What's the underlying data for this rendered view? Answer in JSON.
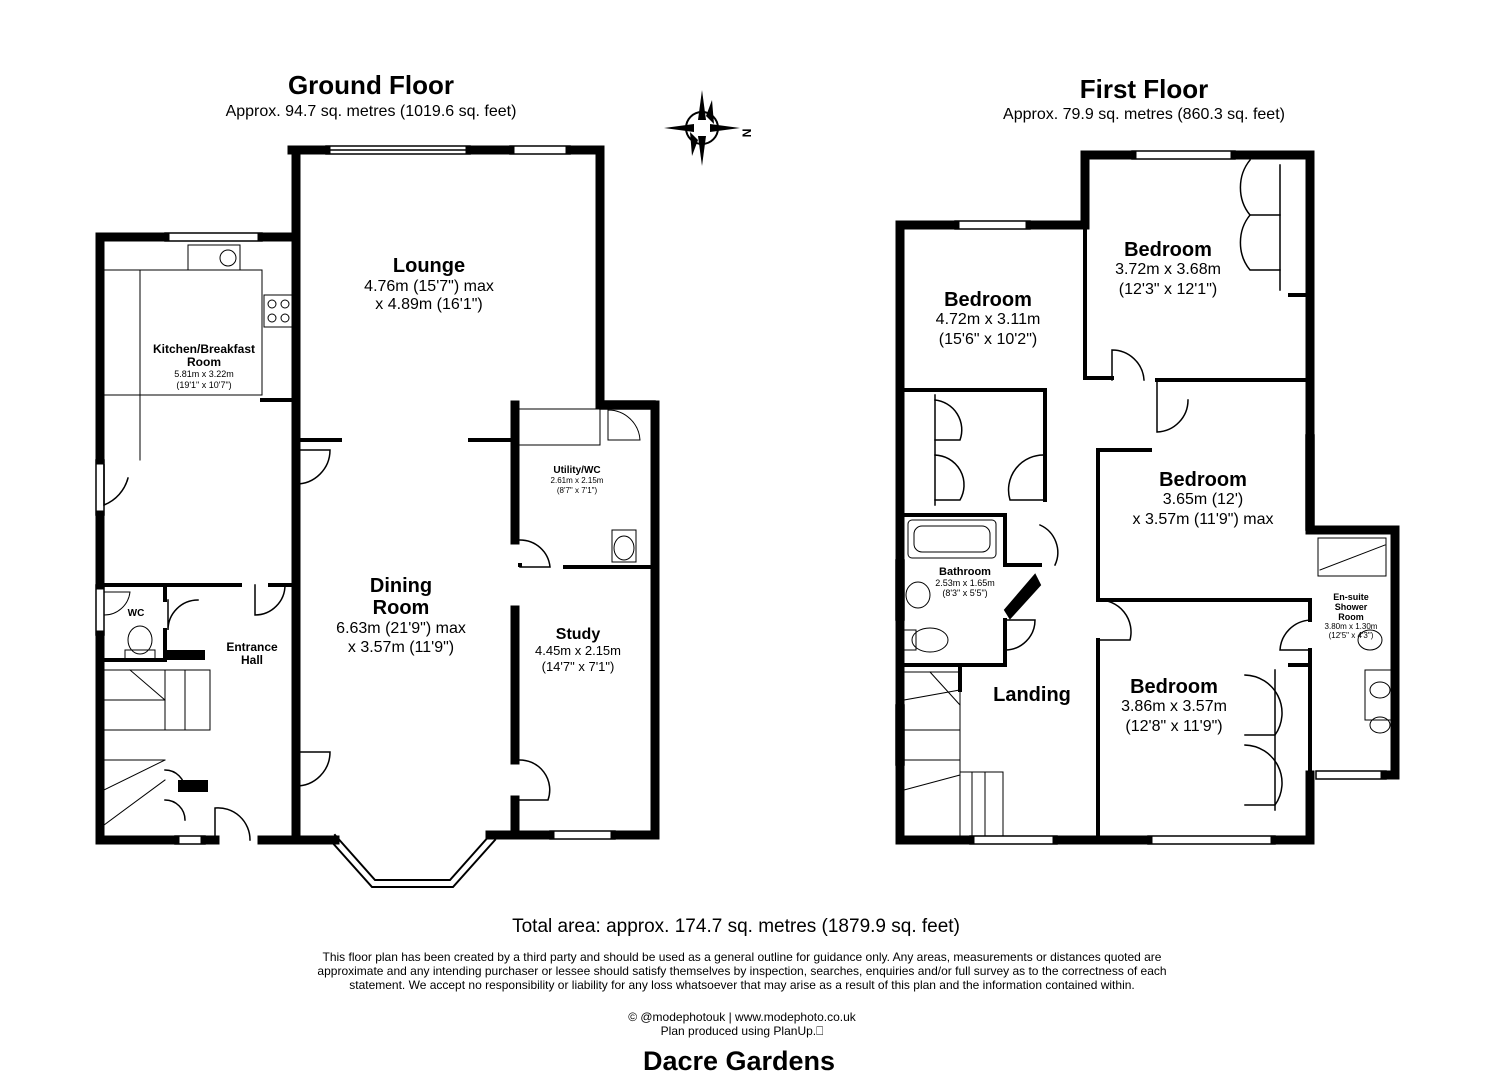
{
  "ground_floor": {
    "title": "Ground Floor",
    "area": "Approx. 94.7 sq. metres (1019.6 sq. feet)",
    "rooms": {
      "lounge": {
        "name": "Lounge",
        "dim1": "4.76m (15'7\") max",
        "dim2": "x 4.89m (16'1\")"
      },
      "kitchen": {
        "name1": "Kitchen/Breakfast",
        "name2": "Room",
        "dim1": "5.81m x 3.22m",
        "dim2": "(19'1\" x 10'7\")"
      },
      "utility": {
        "name": "Utility/WC",
        "dim1": "2.61m x 2.15m",
        "dim2": "(8'7\" x 7'1\")"
      },
      "dining": {
        "name1": "Dining",
        "name2": "Room",
        "dim1": "6.63m (21'9\") max",
        "dim2": "x 3.57m (11'9\")"
      },
      "study": {
        "name": "Study",
        "dim1": "4.45m x 2.15m",
        "dim2": "(14'7\" x 7'1\")"
      },
      "wc": {
        "name": "WC"
      },
      "hall": {
        "name1": "Entrance",
        "name2": "Hall"
      }
    }
  },
  "first_floor": {
    "title": "First Floor",
    "area": "Approx. 79.9 sq. metres (860.3 sq. feet)",
    "rooms": {
      "bedroom1": {
        "name": "Bedroom",
        "dim1": "4.72m x 3.11m",
        "dim2": "(15'6\" x 10'2\")"
      },
      "bedroom2": {
        "name": "Bedroom",
        "dim1": "3.72m x 3.68m",
        "dim2": "(12'3\" x 12'1\")"
      },
      "bedroom3": {
        "name": "Bedroom",
        "dim1": "3.65m (12')",
        "dim2": "x 3.57m (11'9\") max"
      },
      "bathroom": {
        "name": "Bathroom",
        "dim1": "2.53m x 1.65m",
        "dim2": "(8'3\" x 5'5\")"
      },
      "ensuite": {
        "name1": "En-suite",
        "name2": "Shower",
        "name3": "Room",
        "dim1": "3.80m x 1.30m",
        "dim2": "(12'5\" x 4'3\")"
      },
      "landing": {
        "name": "Landing"
      },
      "bedroom4": {
        "name": "Bedroom",
        "dim1": "3.86m x 3.57m",
        "dim2": "(12'8\" x 11'9\")"
      }
    }
  },
  "compass": {
    "label": "N",
    "icon": "compass-icon"
  },
  "total_area": "Total area: approx. 174.7 sq. metres (1879.9 sq. feet)",
  "disclaimer": [
    "This floor plan has been created by a third party and should be used as a general outline for guidance only. Any areas, measurements or distances quoted are",
    "approximate and any intending purchaser or lessee should satisfy themselves by inspection, searches, enquiries and/or full survey as to the correctness of each",
    "statement. We accept no responsibility or liability for any loss whatsoever that may arise as a result of this plan and the information contained within."
  ],
  "credit": {
    "line1": "© @modephotouk | www.modephoto.co.uk",
    "line2": "Plan  produced  using  PlanUp.⎕"
  },
  "property_name": "Dacre Gardens"
}
